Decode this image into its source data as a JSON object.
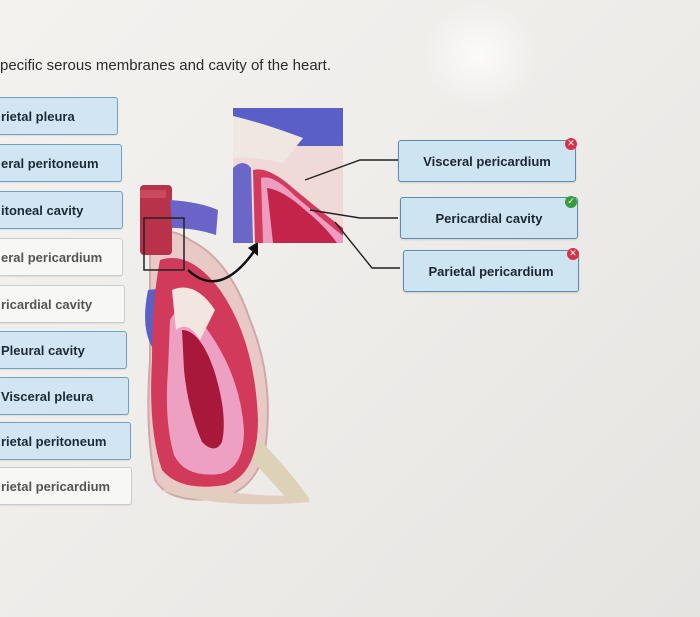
{
  "instruction": "pecific serous membranes and cavity of the heart.",
  "word_bank": [
    {
      "label": "rietal pleura",
      "state": "available"
    },
    {
      "label": "eral peritoneum",
      "state": "available"
    },
    {
      "label": "itoneal cavity",
      "state": "available"
    },
    {
      "label": "eral pericardium",
      "state": "used"
    },
    {
      "label": "ricardial cavity",
      "state": "used"
    },
    {
      "label": "Pleural cavity",
      "state": "available"
    },
    {
      "label": "Visceral pleura",
      "state": "available"
    },
    {
      "label": "rietal peritoneum",
      "state": "available"
    },
    {
      "label": "rietal pericardium",
      "state": "used"
    }
  ],
  "targets": [
    {
      "label": "Visceral pericardium",
      "result": "incorrect",
      "mark_icon": "x-mark-icon"
    },
    {
      "label": "Pericardial cavity",
      "result": "correct",
      "mark_icon": "check-mark-icon"
    },
    {
      "label": "Parietal pericardium",
      "result": "incorrect",
      "mark_icon": "x-mark-icon"
    }
  ],
  "mark_glyphs": {
    "incorrect": "✕",
    "correct": "✓"
  },
  "colors": {
    "label_fill": "#cfe4f1",
    "label_border": "#5b8db0",
    "incorrect": "#d6334b",
    "correct": "#3a9a3e"
  }
}
